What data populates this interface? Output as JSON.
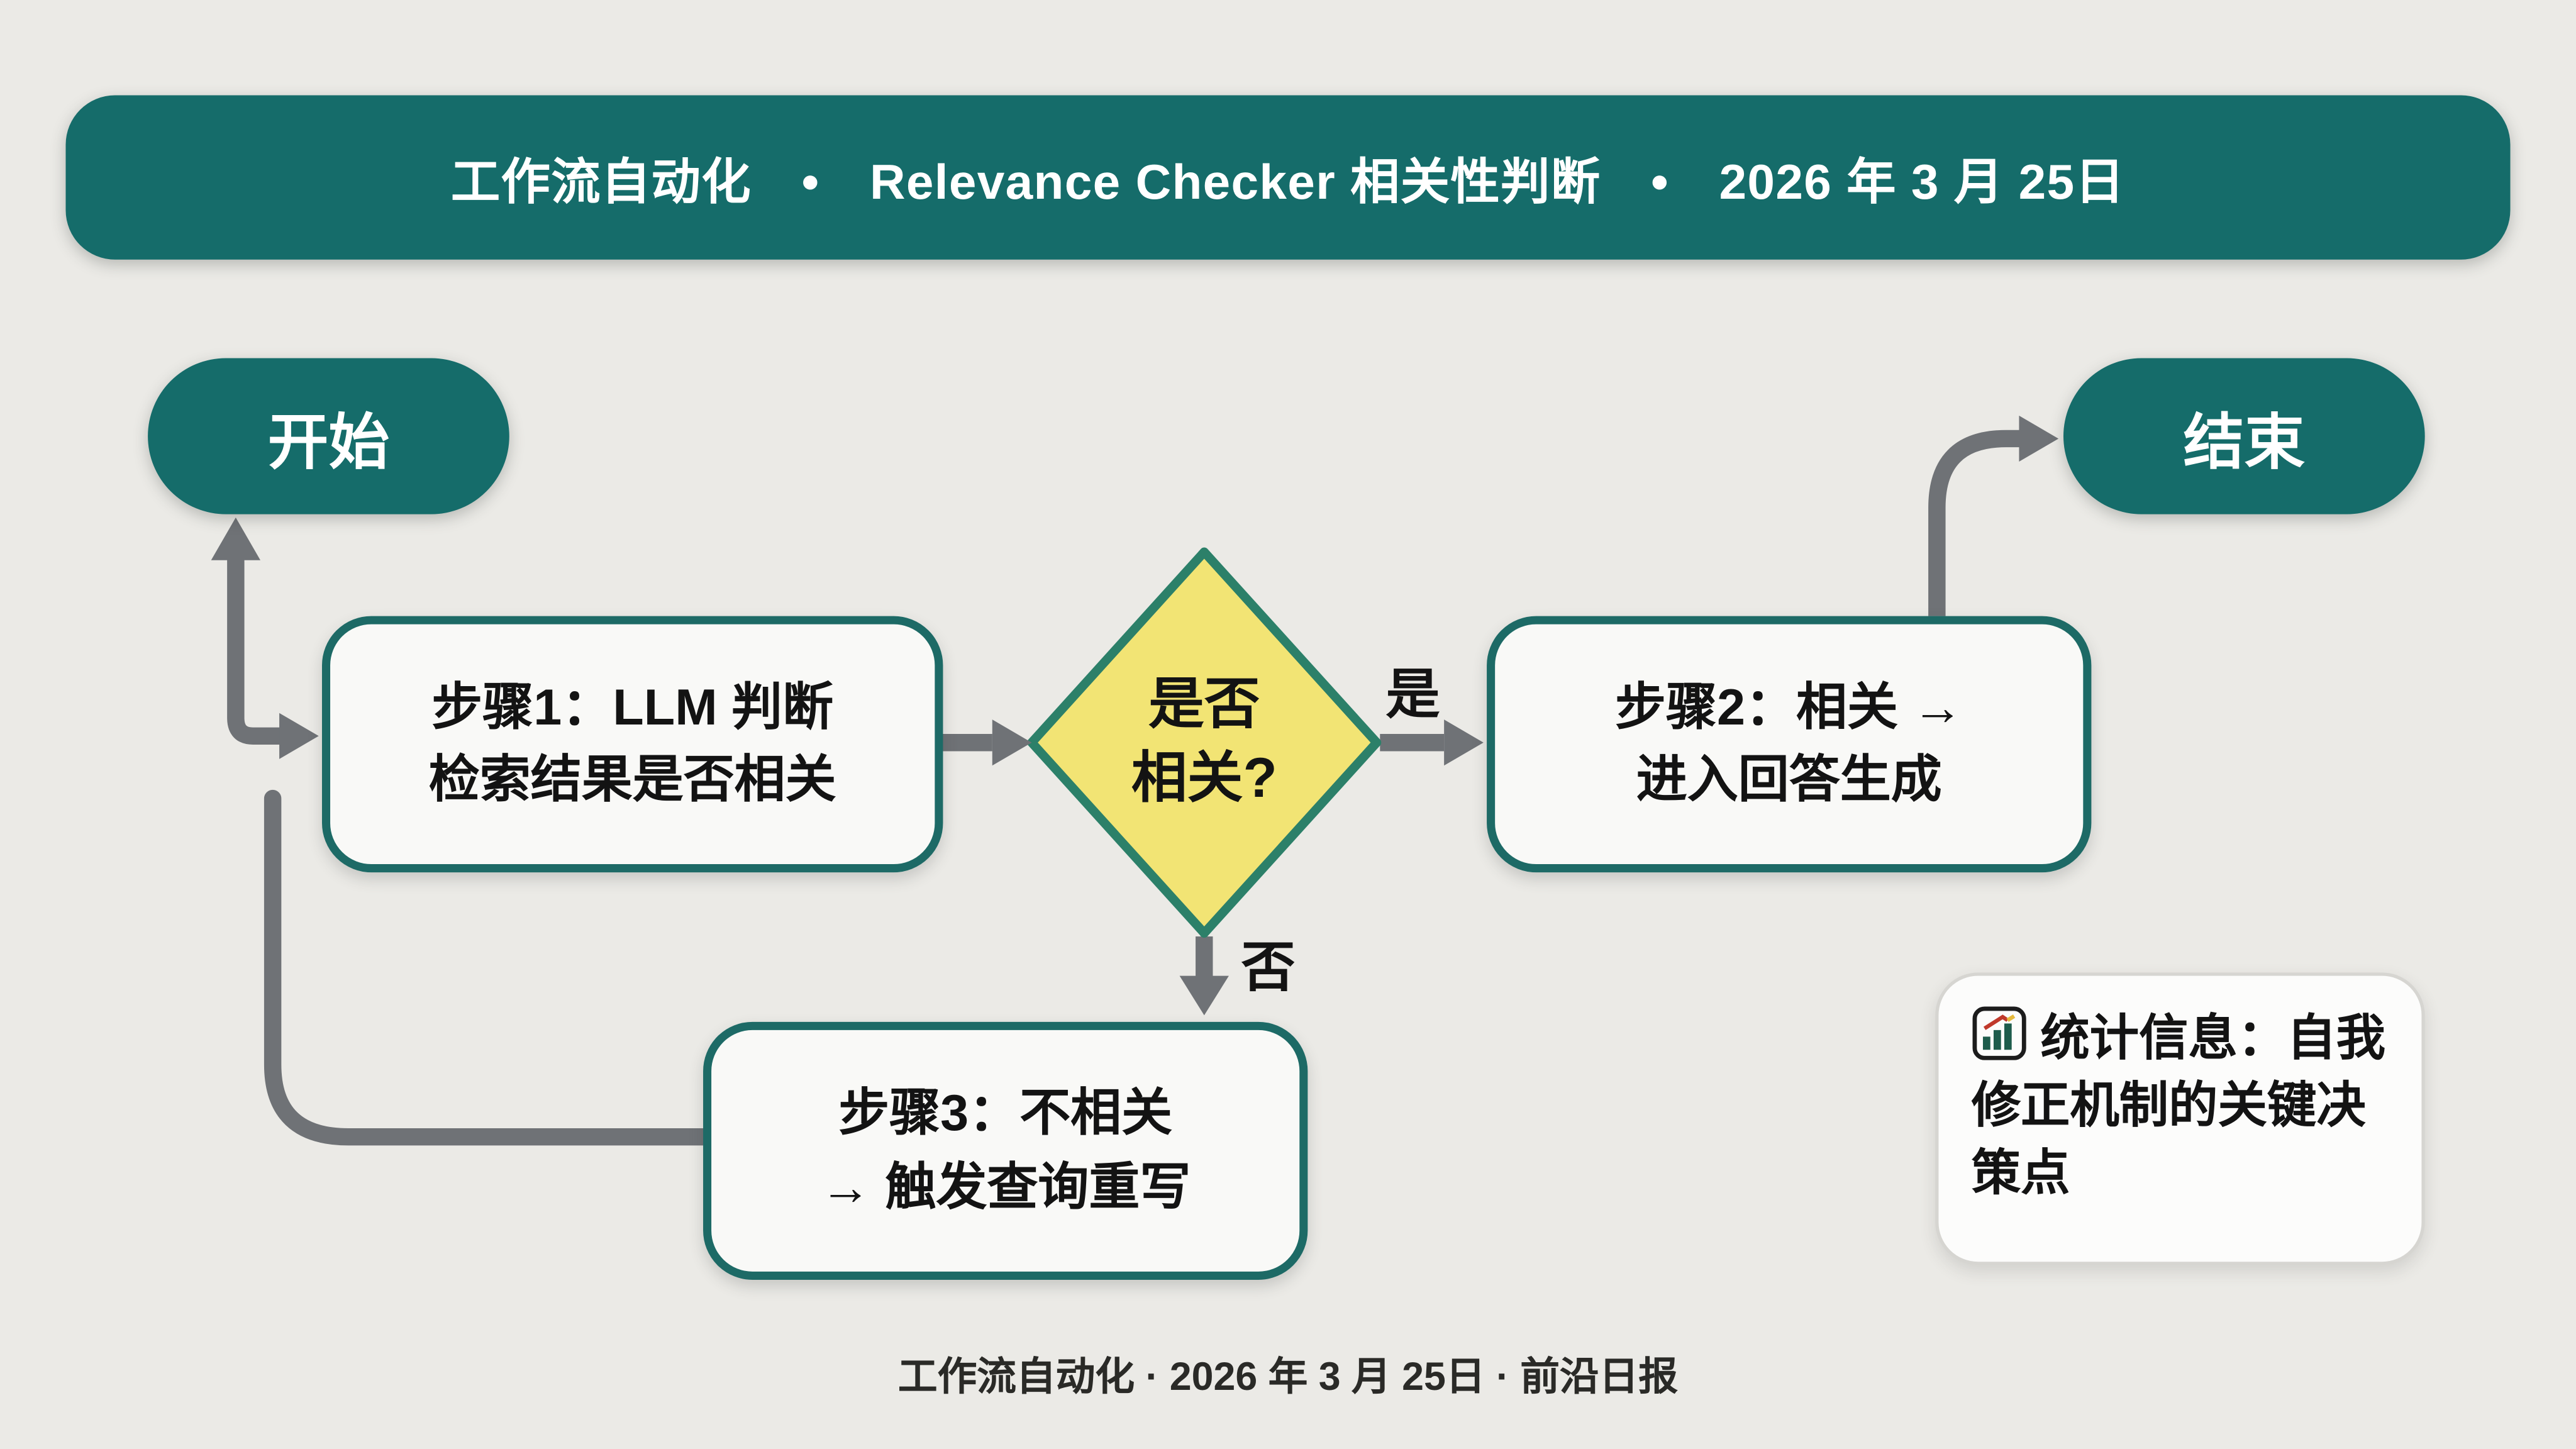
{
  "banner": {
    "text": "工作流自动化　•　Relevance Checker 相关性判断　•　2026 年 3 月 25日"
  },
  "nodes": {
    "start": {
      "label": "开始"
    },
    "end": {
      "label": "结束"
    },
    "step1": {
      "line1": "步骤1：LLM 判断",
      "line2": "检索结果是否相关"
    },
    "decision": {
      "line1": "是否",
      "line2": "相关?"
    },
    "step2": {
      "line1": "步骤2：相关 →",
      "line2": "进入回答生成"
    },
    "step3": {
      "line1": "步骤3：不相关",
      "line2": "→ 触发查询重写"
    }
  },
  "edge_labels": {
    "yes": "是",
    "no": "否"
  },
  "info_box": {
    "icon": "bar-chart-icon",
    "text": "统计信息：自我修正机制的关键决策点"
  },
  "footer": {
    "text": "工作流自动化 · 2026 年 3 月 25日 · 前沿日报"
  },
  "colors": {
    "background": "#ebeae6",
    "teal": "#156c6a",
    "banner_text": "#ffffff",
    "node_fill": "#f9f9f7",
    "node_border": "#1d6a66",
    "diamond_fill": "#f2e474",
    "diamond_border": "#2c8069",
    "arrow": "#6f7276",
    "text": "#131313",
    "info_fill": "#fcfcfb",
    "info_border": "#d6d5d1"
  }
}
